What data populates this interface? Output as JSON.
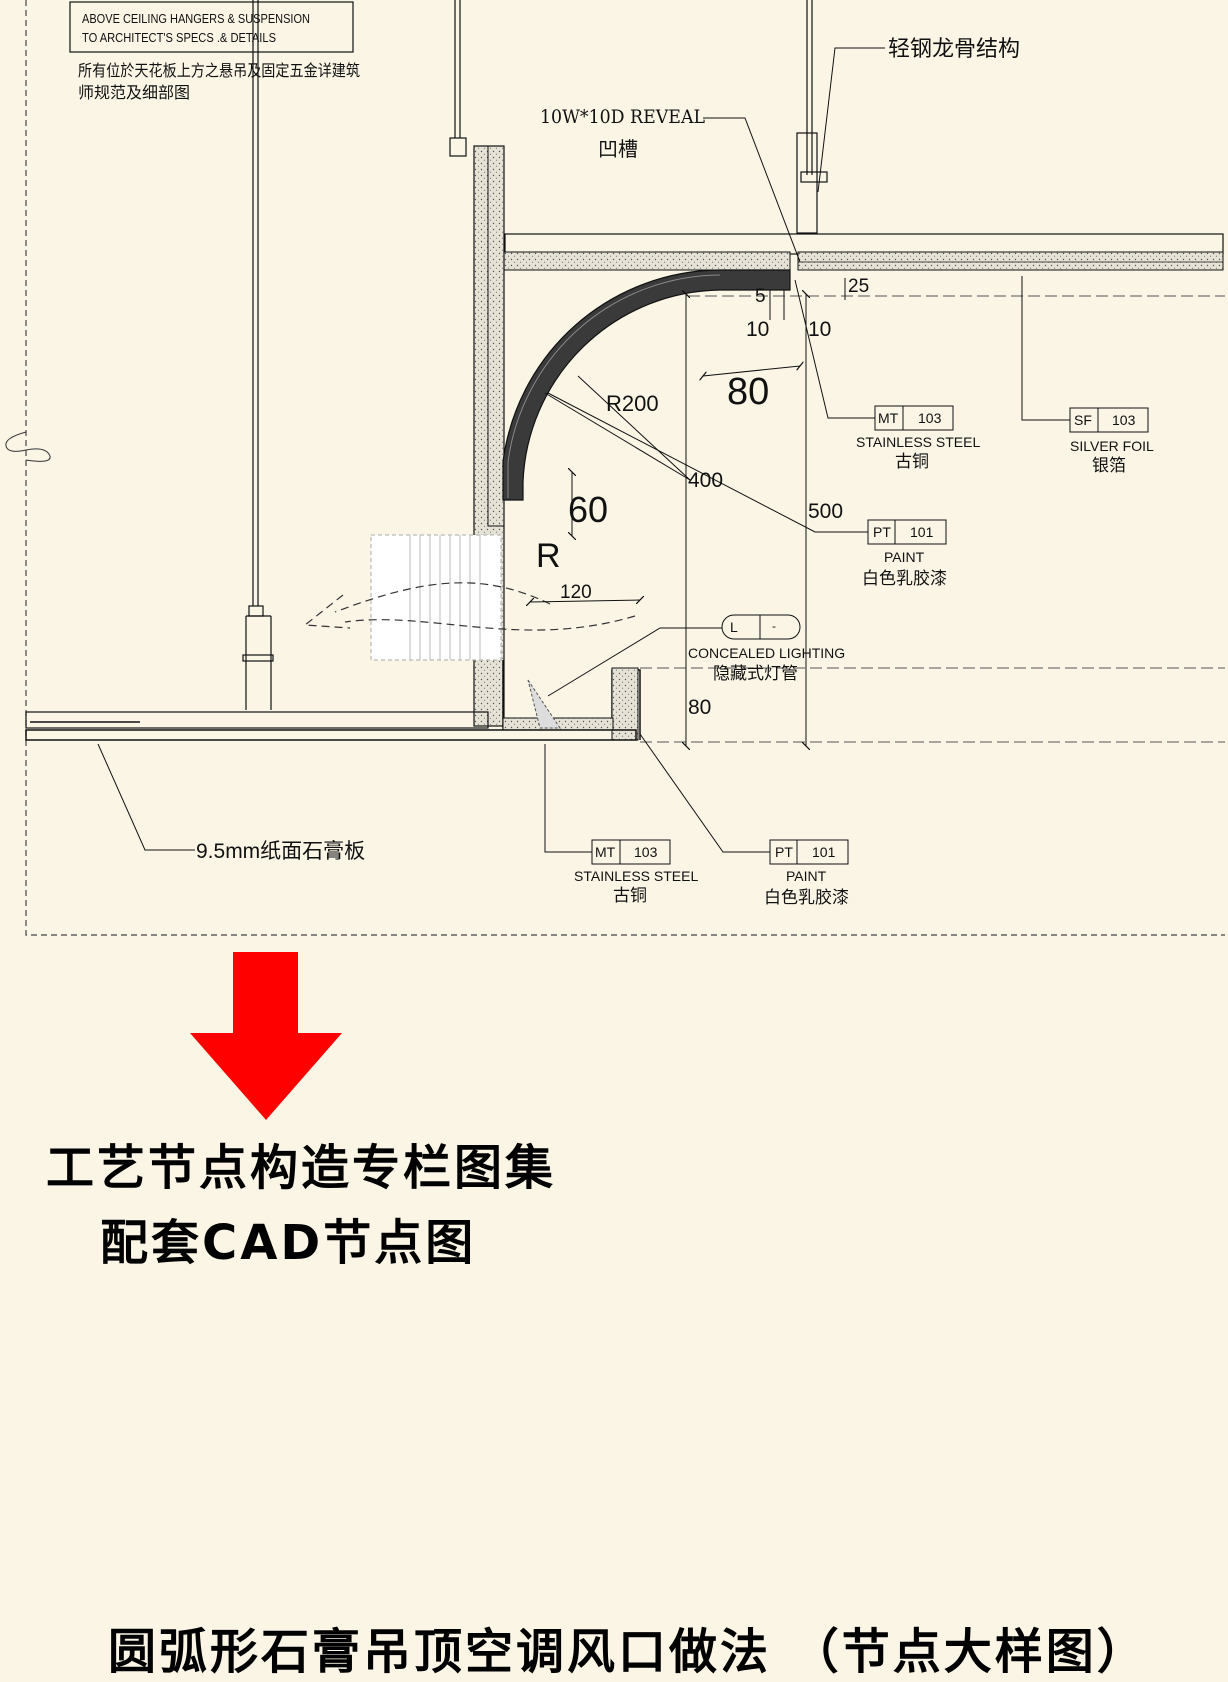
{
  "notes": {
    "hanger_note_en_1": "ABOVE CEILING HANGERS & SUSPENSION",
    "hanger_note_en_2": "TO ARCHITECT'S SPECS .& DETAILS",
    "hanger_note_cn_1": "所有位於天花板上方之悬吊及固定五金详建筑",
    "hanger_note_cn_2": "师规范及细部图",
    "light_steel_frame": "轻钢龙骨结构",
    "reveal_en": "10W*10D  REVEAL",
    "reveal_cn": "凹槽",
    "gypsum_board": "9.5mm纸面石膏板"
  },
  "dimensions": {
    "d5": "5",
    "d25": "25",
    "d10a": "10",
    "d10b": "10",
    "d80": "80",
    "r200": "R200",
    "d400": "400",
    "d500": "500",
    "d60": "60",
    "r": "R",
    "d120": "120",
    "d80b": "80"
  },
  "tags": {
    "mt_top": {
      "code": "MT",
      "num": "103",
      "en": "STAINLESS STEEL",
      "cn": "古铜"
    },
    "sf_top": {
      "code": "SF",
      "num": "103",
      "en": "SILVER FOIL",
      "cn": "银箔"
    },
    "pt_mid": {
      "code": "PT",
      "num": "101",
      "en": "PAINT",
      "cn": "白色乳胶漆"
    },
    "light": {
      "code": "L",
      "num": "-",
      "en": "CONCEALED LIGHTING",
      "cn": "隐藏式灯管"
    },
    "mt_bot": {
      "code": "MT",
      "num": "103",
      "en": "STAINLESS STEEL",
      "cn": "古铜"
    },
    "pt_bot": {
      "code": "PT",
      "num": "101",
      "en": "PAINT",
      "cn": "白色乳胶漆"
    }
  },
  "headings": {
    "line1": "工艺节点构造专栏图集",
    "line2": "配套CAD节点图",
    "footer": "圆弧形石膏吊顶空调风口做法 （节点大样图）"
  },
  "colors": {
    "background": "#fbf5e6",
    "arrow": "#ff0000",
    "ink": "#111111"
  }
}
